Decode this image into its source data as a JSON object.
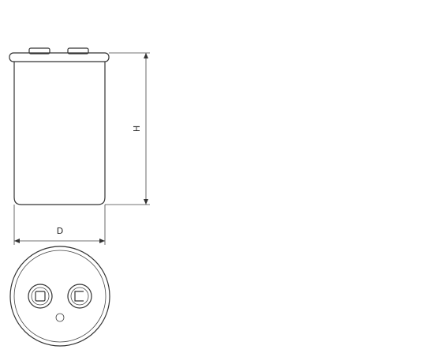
{
  "drawing": {
    "subject": "capacitor",
    "views": [
      "side-view",
      "top-view"
    ],
    "line_color": "#333333",
    "background": "#ffffff"
  },
  "dimensions": {
    "height_label": "H",
    "diameter_label": "D"
  }
}
